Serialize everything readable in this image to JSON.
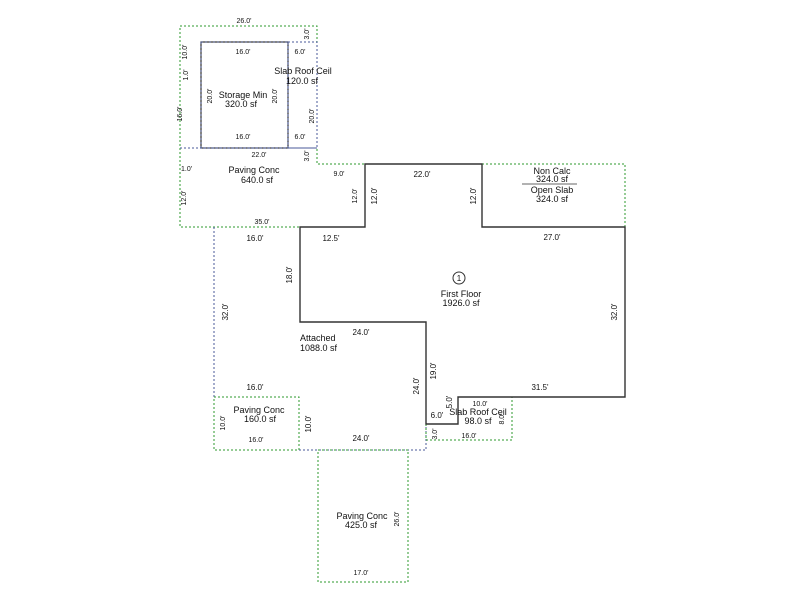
{
  "colors": {
    "wall": "#333333",
    "green_dash": "#2e9a2e",
    "blue_dash": "#4a5a9a",
    "background": "#ffffff"
  },
  "areas": {
    "first_floor": {
      "name": "First Floor",
      "area": "1926.0 sf",
      "marker": "1"
    },
    "attached": {
      "name": "Attached",
      "area": "1088.0 sf"
    },
    "storage": {
      "name": "Storage Min",
      "area": "320.0 sf"
    },
    "slab_top": {
      "name": "Slab Roof Ceil",
      "area": "120.0 sf"
    },
    "paving_top": {
      "name": "Paving Conc",
      "area": "640.0 sf"
    },
    "non_calc": {
      "name": "Non Calc",
      "area": "324.0 sf",
      "name2": "Open Slab",
      "area2": "324.0 sf"
    },
    "paving_left": {
      "name": "Paving Conc",
      "area": "160.0 sf"
    },
    "slab_right": {
      "name": "Slab Roof Ceil",
      "area": "98.0 sf"
    },
    "paving_bottom": {
      "name": "Paving Conc",
      "area": "425.0 sf"
    }
  },
  "dims": {
    "top_26": "26.0'",
    "left_10": "10.0'",
    "left_1a": "1.0'",
    "left_16": "16.0'",
    "left_1b": "1.0'",
    "left_12": "12.0'",
    "stor_top_16": "16.0'",
    "stor_bot_16": "16.0'",
    "stor_l_20": "20.0'",
    "stor_r_20": "20.0'",
    "slab_top_6": "6.0'",
    "slab_bot_6": "6.0'",
    "slab_r_20": "20.0'",
    "right_3a": "3.0'",
    "right_3b": "3.0'",
    "pav_22": "22.0'",
    "pav_9": "9.0'",
    "pav_12": "12.0'",
    "pav_35": "35.0'",
    "ff_22": "22.0'",
    "ff_12a": "12.0'",
    "ff_12b": "12.0'",
    "ff_27": "27.0'",
    "ff_32": "32.0'",
    "ff_31_5": "31.5'",
    "ff_12_5": "12.5'",
    "ff_18": "18.0'",
    "ff_24": "24.0'",
    "ff_19": "19.0'",
    "ff_24b": "24.0'",
    "ff_6": "6.0'",
    "ff_5": "5.0'",
    "att_16": "16.0'",
    "att_32": "32.0'",
    "att_16b": "16.0'",
    "att_24": "24.0'",
    "att_10": "10.0'",
    "pl_10": "10.0'",
    "pl_16": "16.0'",
    "sr_10": "10.0'",
    "sr_8": "8.0'",
    "sr_16": "16.0'",
    "sr_3": "3.0'",
    "pb_26": "26.0'",
    "pb_17": "17.0'"
  }
}
